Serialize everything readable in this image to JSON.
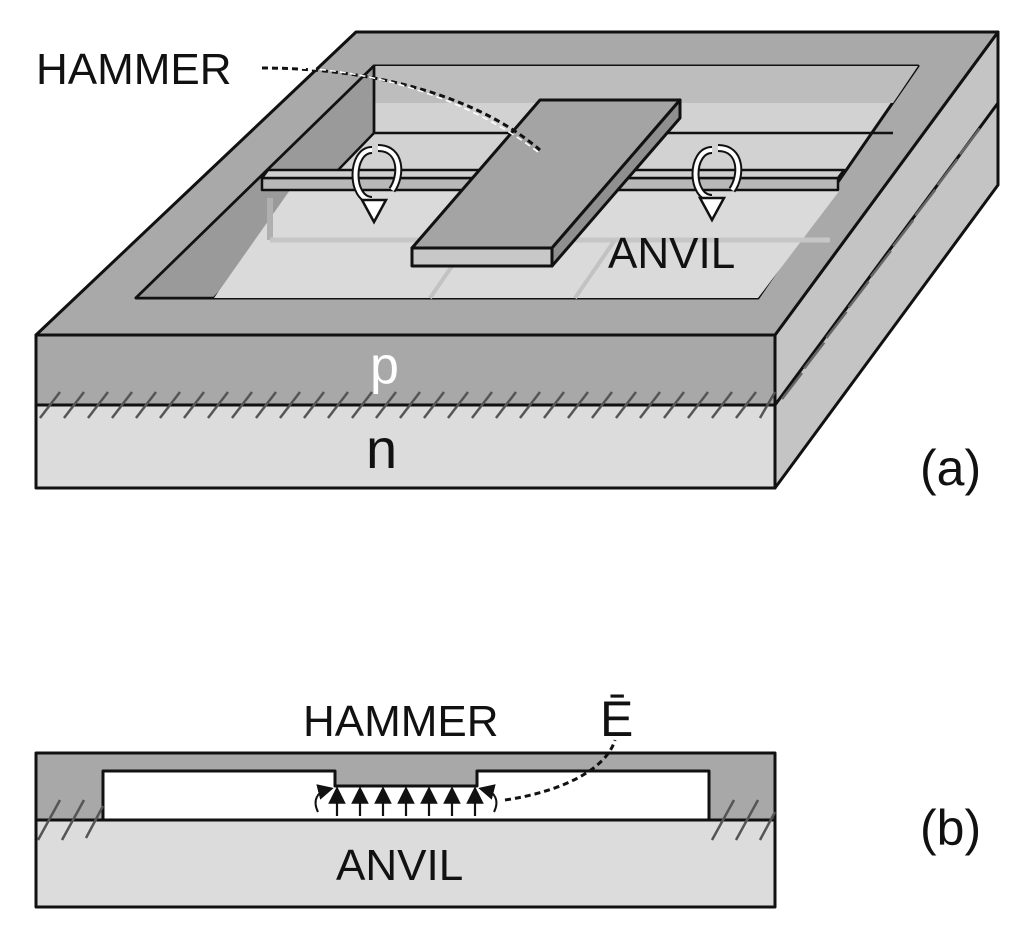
{
  "panel_a": {
    "hammer_label": "HAMMER",
    "anvil_label": "ANVIL",
    "p_label": "p",
    "n_label": "n",
    "panel_label": "(a)"
  },
  "panel_b": {
    "hammer_label": "HAMMER",
    "anvil_label": "ANVIL",
    "field_label": "Ē",
    "panel_label": "(b)"
  },
  "colors": {
    "p_layer": "#a8a8a8",
    "n_layer": "#dcdcdc",
    "cavity_floor": "#d0d0d0",
    "hammer_top": "#a4a4a4",
    "outline": "#111111",
    "hatch": "#555555",
    "background": "#ffffff"
  }
}
